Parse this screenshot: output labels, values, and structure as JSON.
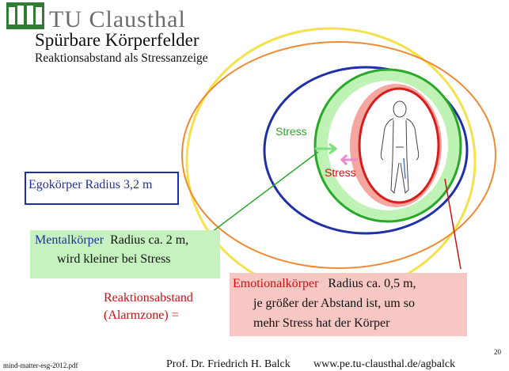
{
  "header": {
    "logo_text": "TU Clausthal",
    "title": "Spürbare Körperfelder",
    "subtitle": "Reaktionsabstand als Stressanzeige"
  },
  "diagram": {
    "stress_label_green": "Stress",
    "stress_label_red": "Stress",
    "colors": {
      "yellow_ring": "#f5e14a",
      "blue_ring": "#1f2fa8",
      "green_ring": "#2aa82a",
      "green_fill": "#bff2b5",
      "red_ring": "#d81c1c",
      "pink_fill": "#f4a6a0",
      "arrow_pink": "#e98ad1"
    }
  },
  "labels": {
    "ego": "Egokörper Radius 3,2 m",
    "mental_title": "Mentalkörper",
    "mental_rest": "Radius ca. 2 m,",
    "mental_line2": "wird kleiner bei Stress",
    "emotional_title": "Emotionalkörper",
    "emotional_rest": "Radius ca. 0,5 m,",
    "emotional_line2": "je größer der Abstand ist, um so",
    "emotional_line3": "mehr Stress hat der Körper",
    "reaktion_line1": "Reaktionsabstand",
    "reaktion_line2": "(Alarmzone)    ="
  },
  "footer": {
    "file": "mind-matter-esg-2012.pdf",
    "author": "Prof. Dr. Friedrich H. Balck",
    "url": "www.pe.tu-clausthal.de/agbalck",
    "page": "20"
  }
}
